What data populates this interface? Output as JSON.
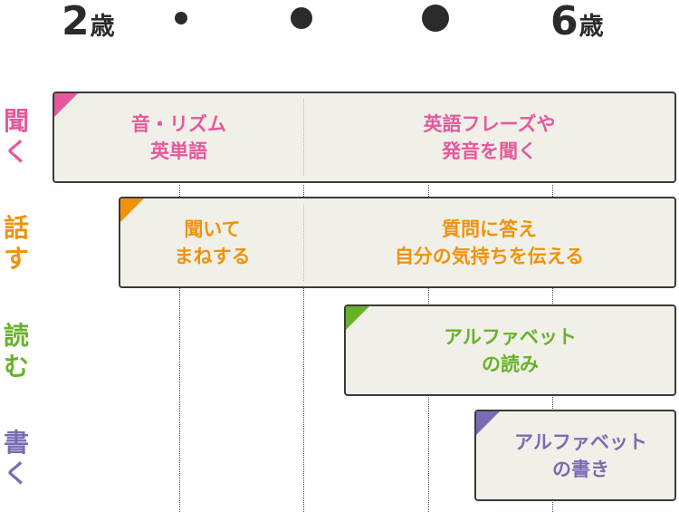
{
  "timeline": {
    "ages": [
      {
        "number": "2",
        "unit": "歳"
      },
      {
        "number": "6",
        "unit": "歳"
      }
    ]
  },
  "skills": [
    {
      "label_chars": [
        "聞",
        "く"
      ],
      "color": "#e6589b",
      "segments": [
        "音・リズム\n英単語",
        "英語フレーズや\n発音を聞く"
      ]
    },
    {
      "label_chars": [
        "話",
        "す"
      ],
      "color": "#f0920c",
      "segments": [
        "聞いて\nまねする",
        "質問に答え\n自分の気持ちを伝える"
      ]
    },
    {
      "label_chars": [
        "読",
        "む"
      ],
      "color": "#68b22a",
      "segments": [
        "アルファベット\nの読み"
      ]
    },
    {
      "label_chars": [
        "書",
        "く"
      ],
      "color": "#7a6cb4",
      "segments": [
        "アルファベット\nの書き"
      ]
    }
  ]
}
